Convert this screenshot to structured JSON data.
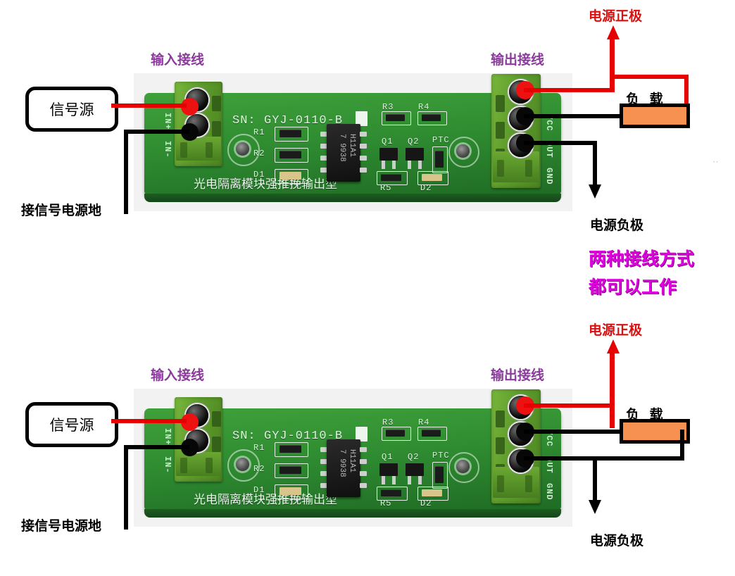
{
  "page": {
    "background": "#ffffff",
    "note": {
      "line1": "两种接线方式",
      "line2": "都可以工作",
      "color": "#e000e0"
    }
  },
  "colors": {
    "input_label": "#8a3b9b",
    "output_label": "#8a3b9b",
    "positive_wire": "#e60000",
    "negative_wire": "#000000",
    "load_body": "#f79152",
    "note_text": "#e000e0",
    "pcb_green": "#2f8c31",
    "terminal_green": "#5f9d2c"
  },
  "board": {
    "serial_prefix": "SN:",
    "serial": "GYJ-0110-B",
    "title_silk": "光电隔离模块强推挽输出型",
    "input_terminals": [
      {
        "name": "IN+",
        "dot": "red"
      },
      {
        "name": "IN-",
        "dot": "black"
      }
    ],
    "output_terminals": [
      {
        "name": "VCC",
        "dot": "red"
      },
      {
        "name": "OUT",
        "dot": "black"
      },
      {
        "name": "GND",
        "dot": "black"
      }
    ],
    "components": [
      {
        "ref": "R1"
      },
      {
        "ref": "R2"
      },
      {
        "ref": "D1"
      },
      {
        "ref": "R3"
      },
      {
        "ref": "R4"
      },
      {
        "ref": "Q1"
      },
      {
        "ref": "Q2"
      },
      {
        "ref": "PTC"
      },
      {
        "ref": "R5"
      },
      {
        "ref": "D2"
      }
    ],
    "ic_marking_top": "H11A1",
    "ic_marking_bottom": "7 9938"
  },
  "diagrams": [
    {
      "id": "top",
      "input_label": "输入接线",
      "output_label": "输出接线",
      "signal_source": "信号源",
      "signal_ground": "接信号电源地",
      "power_positive": "电源正极",
      "power_negative": "电源负极",
      "load_label": "负 载",
      "load_return": "positive",
      "load_return_wire_color": "#e60000"
    },
    {
      "id": "bottom",
      "input_label": "输入接线",
      "output_label": "输出接线",
      "signal_source": "信号源",
      "signal_ground": "接信号电源地",
      "power_positive": "电源正极",
      "power_negative": "电源负极",
      "load_label": "负 载",
      "load_return": "negative",
      "load_return_wire_color": "#000000"
    }
  ]
}
